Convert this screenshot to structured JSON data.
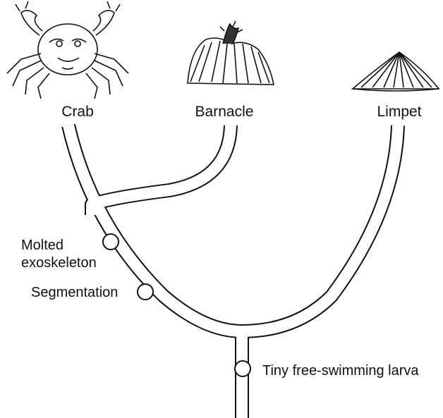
{
  "taxa": {
    "crab": "Crab",
    "barnacle": "Barnacle",
    "limpet": "Limpet"
  },
  "traits": {
    "molted_line1": "Molted",
    "molted_line2": "exoskeleton",
    "segmentation": "Segmentation",
    "larva": "Tiny free-swimming larva"
  },
  "colors": {
    "ink": "#111111",
    "paper": "#ffffff"
  },
  "icons": [
    "crab-illustration",
    "barnacle-illustration",
    "limpet-illustration"
  ]
}
